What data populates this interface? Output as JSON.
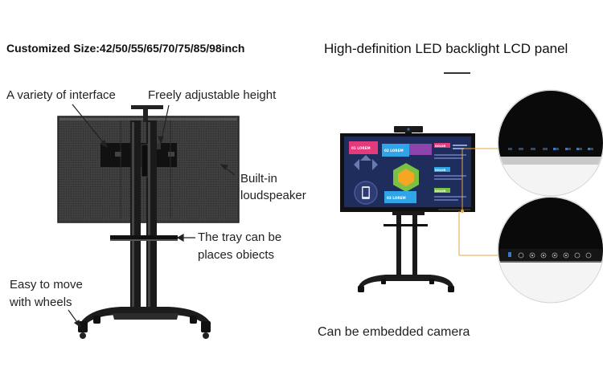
{
  "header": {
    "left_title": "Customized Size:42/50/55/65/70/75/85/98inch",
    "right_title": "High-definition LED backlight LCD panel"
  },
  "callouts": {
    "interface": "A variety of interface",
    "height": "Freely adjustable height",
    "speaker_line1": "Built-in",
    "speaker_line2": "loudspeaker",
    "tray_line1": "The tray  can be",
    "tray_line2": "places obiects",
    "wheels_line1": "Easy to move",
    "wheels_line2": "with wheels",
    "camera": "Can be embedded camera"
  },
  "screen_slide": {
    "item1": "01 LOREM",
    "item2": "02 LOREM",
    "item3": "03 LOREM",
    "tag1": "DOLOR",
    "tag2": "DOLOR",
    "tag3": "DOLOR"
  },
  "colors": {
    "accent_lines": "#e6a540",
    "frame": "#111111",
    "slide_bg": "#1e2a55",
    "slide_accents": [
      "#e4397b",
      "#2fa4e7",
      "#7ac143",
      "#f5a623",
      "#8e44ad"
    ]
  },
  "icons": [
    "tv-rear-icon",
    "tv-front-icon",
    "ports-zoom-icon",
    "buttons-zoom-icon",
    "camera-icon",
    "phone-icon",
    "wheel-icon"
  ]
}
